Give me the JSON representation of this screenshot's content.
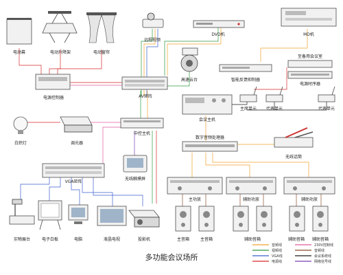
{
  "title": "多功能会议场所",
  "devices": {
    "screen": "电动幕",
    "lift": "电动升降架",
    "curtain": "电动窗帘",
    "remote_camera": "远程视频",
    "dvd": "DVD机",
    "md": "MD机",
    "ptz": "高速云台",
    "feedback": "智能反馈抑制器",
    "power_ctrl": "电源控制器",
    "av_matrix": "AV矩阵",
    "seq_power": "电源时序器",
    "vga_matrix": "VGA矩阵",
    "central": "中控主机",
    "dimmer": "调光器",
    "lamp": "白炽灯",
    "touch_panel": "无线触摸屏",
    "conf_host": "会议主机",
    "chair_unit": "主席单元",
    "delegate_unit": "代表单元",
    "delegate_unit2": "代表单元",
    "wireless_rx": "至备用会议室",
    "digital_proc": "数字音频处理器",
    "wireless_mic": "无线话筒",
    "main_amp": "主功放",
    "aux_amp1": "辅助功放",
    "aux_amp2": "辅助功放",
    "main_spk1": "主音箱",
    "main_spk2": "主音箱",
    "aux_spk1": "辅助音箱",
    "aux_spk2": "辅助音箱",
    "aux_spk3": "辅助音箱",
    "doc_cam": "实物展台",
    "whiteboard": "电子白板",
    "pc": "电脑",
    "lcd": "液晶电视",
    "projector": "投影机"
  },
  "legend": [
    {
      "label": "音频线",
      "color": "#f2a32b"
    },
    {
      "label": "视频线",
      "color": "#2b9a3c"
    },
    {
      "label": "VGA线",
      "color": "#3a5fcf"
    },
    {
      "label": "电源线",
      "color": "#d62828"
    },
    {
      "label": "230V控制线",
      "color": "#e05a9c"
    },
    {
      "label": "音频线",
      "color": "#8b4a2b"
    },
    {
      "label": "会议系统线",
      "color": "#1a1a1a"
    },
    {
      "label": "网络信号线",
      "color": "#7a3fb5"
    }
  ],
  "colors": {
    "audio": "#f2a32b",
    "video": "#2b9a3c",
    "vga": "#3a5fcf",
    "power": "#d62828",
    "ctrl": "#e05a9c",
    "conf": "#1a1a1a",
    "net": "#7a3fb5",
    "gray": "#8a8a8a"
  }
}
